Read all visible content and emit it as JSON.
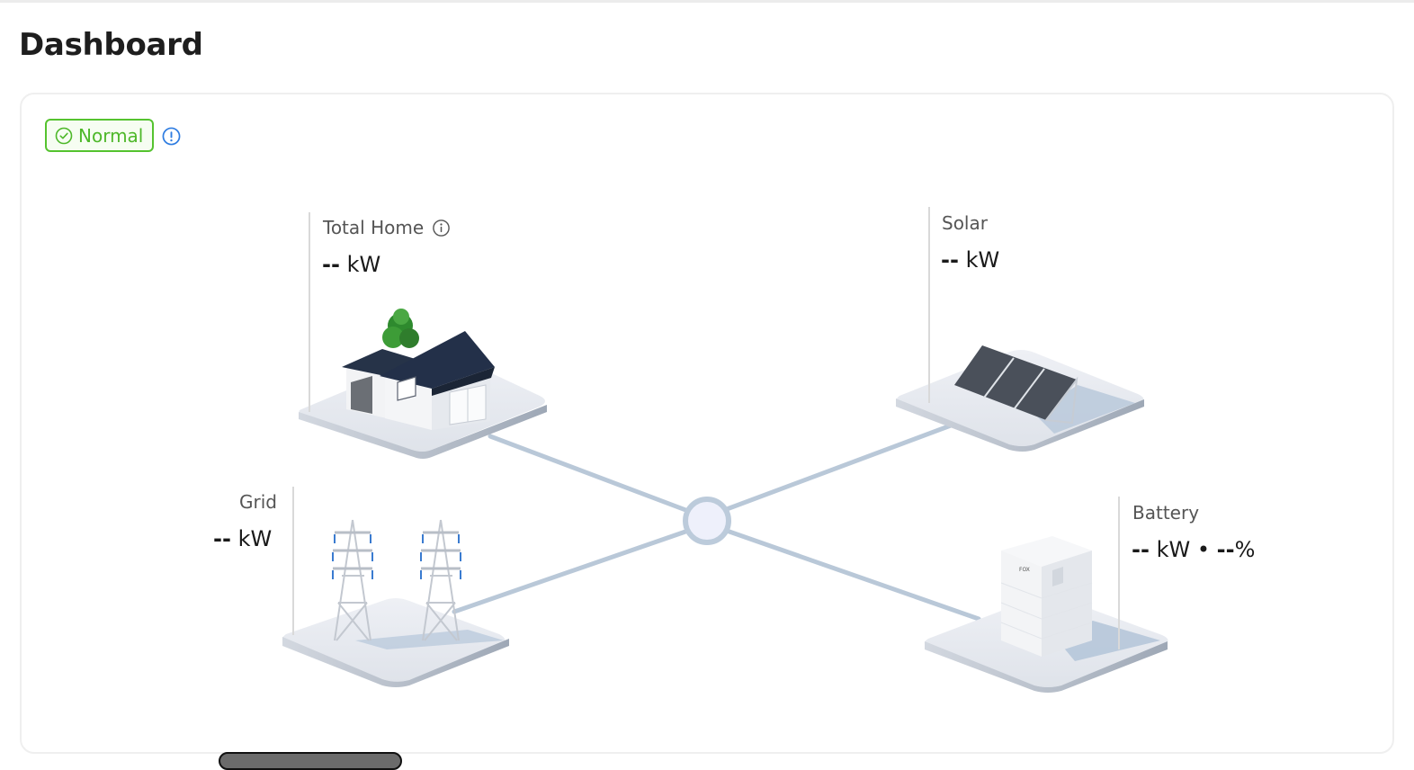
{
  "page": {
    "title": "Dashboard"
  },
  "status": {
    "label": "Normal",
    "color": "#4eb82a",
    "info_icon": "info-circle-icon"
  },
  "nodes": {
    "home": {
      "label": "Total Home",
      "value": "--",
      "unit": "kW",
      "icon": "house-icon",
      "has_info": true
    },
    "solar": {
      "label": "Solar",
      "value": "--",
      "unit": "kW",
      "icon": "solar-panel-icon"
    },
    "grid": {
      "label": "Grid",
      "value": "--",
      "unit": "kW",
      "icon": "power-tower-icon"
    },
    "battery": {
      "label": "Battery",
      "value": "--",
      "unit": "kW",
      "separator": "•",
      "soc_value": "--",
      "soc_unit": "%",
      "icon": "battery-cabinet-icon",
      "brand_mark": "FOX"
    }
  },
  "colors": {
    "flow_line": "#b9c8d8",
    "hub_fill": "#eef0fb",
    "hub_ring": "#bccbdb",
    "accent_blue": "#2f7de1"
  }
}
